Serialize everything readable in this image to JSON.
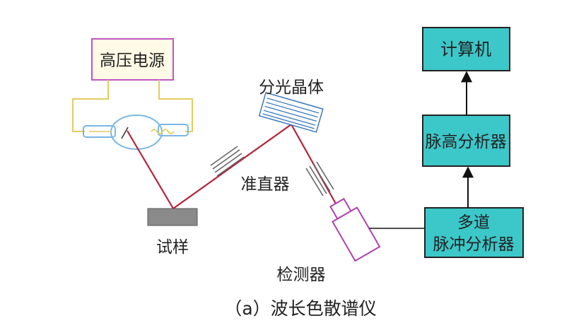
{
  "labels": {
    "power_supply": "高压电源",
    "crystal": "分光晶体",
    "collimator": "准直器",
    "sample": "试样",
    "detector": "检测器",
    "computer": "计算机",
    "pulse_height_analyzer": "脉高分析器",
    "multichannel_line1": "多道",
    "multichannel_line2": "脉冲分析器",
    "caption": "（a）波长色散谱仪"
  },
  "colors": {
    "box_teal": "#3cc7c9",
    "power_border": "#c055c0",
    "power_fill": "#fffbe6",
    "xray_red": "#b3243a",
    "tube_blue": "#79b7e6",
    "wire_yellow": "#e1cc5e",
    "crystal_blue": "#3a78c0",
    "collimator_gray": "#666666",
    "sample_gray": "#8a8a8a"
  }
}
